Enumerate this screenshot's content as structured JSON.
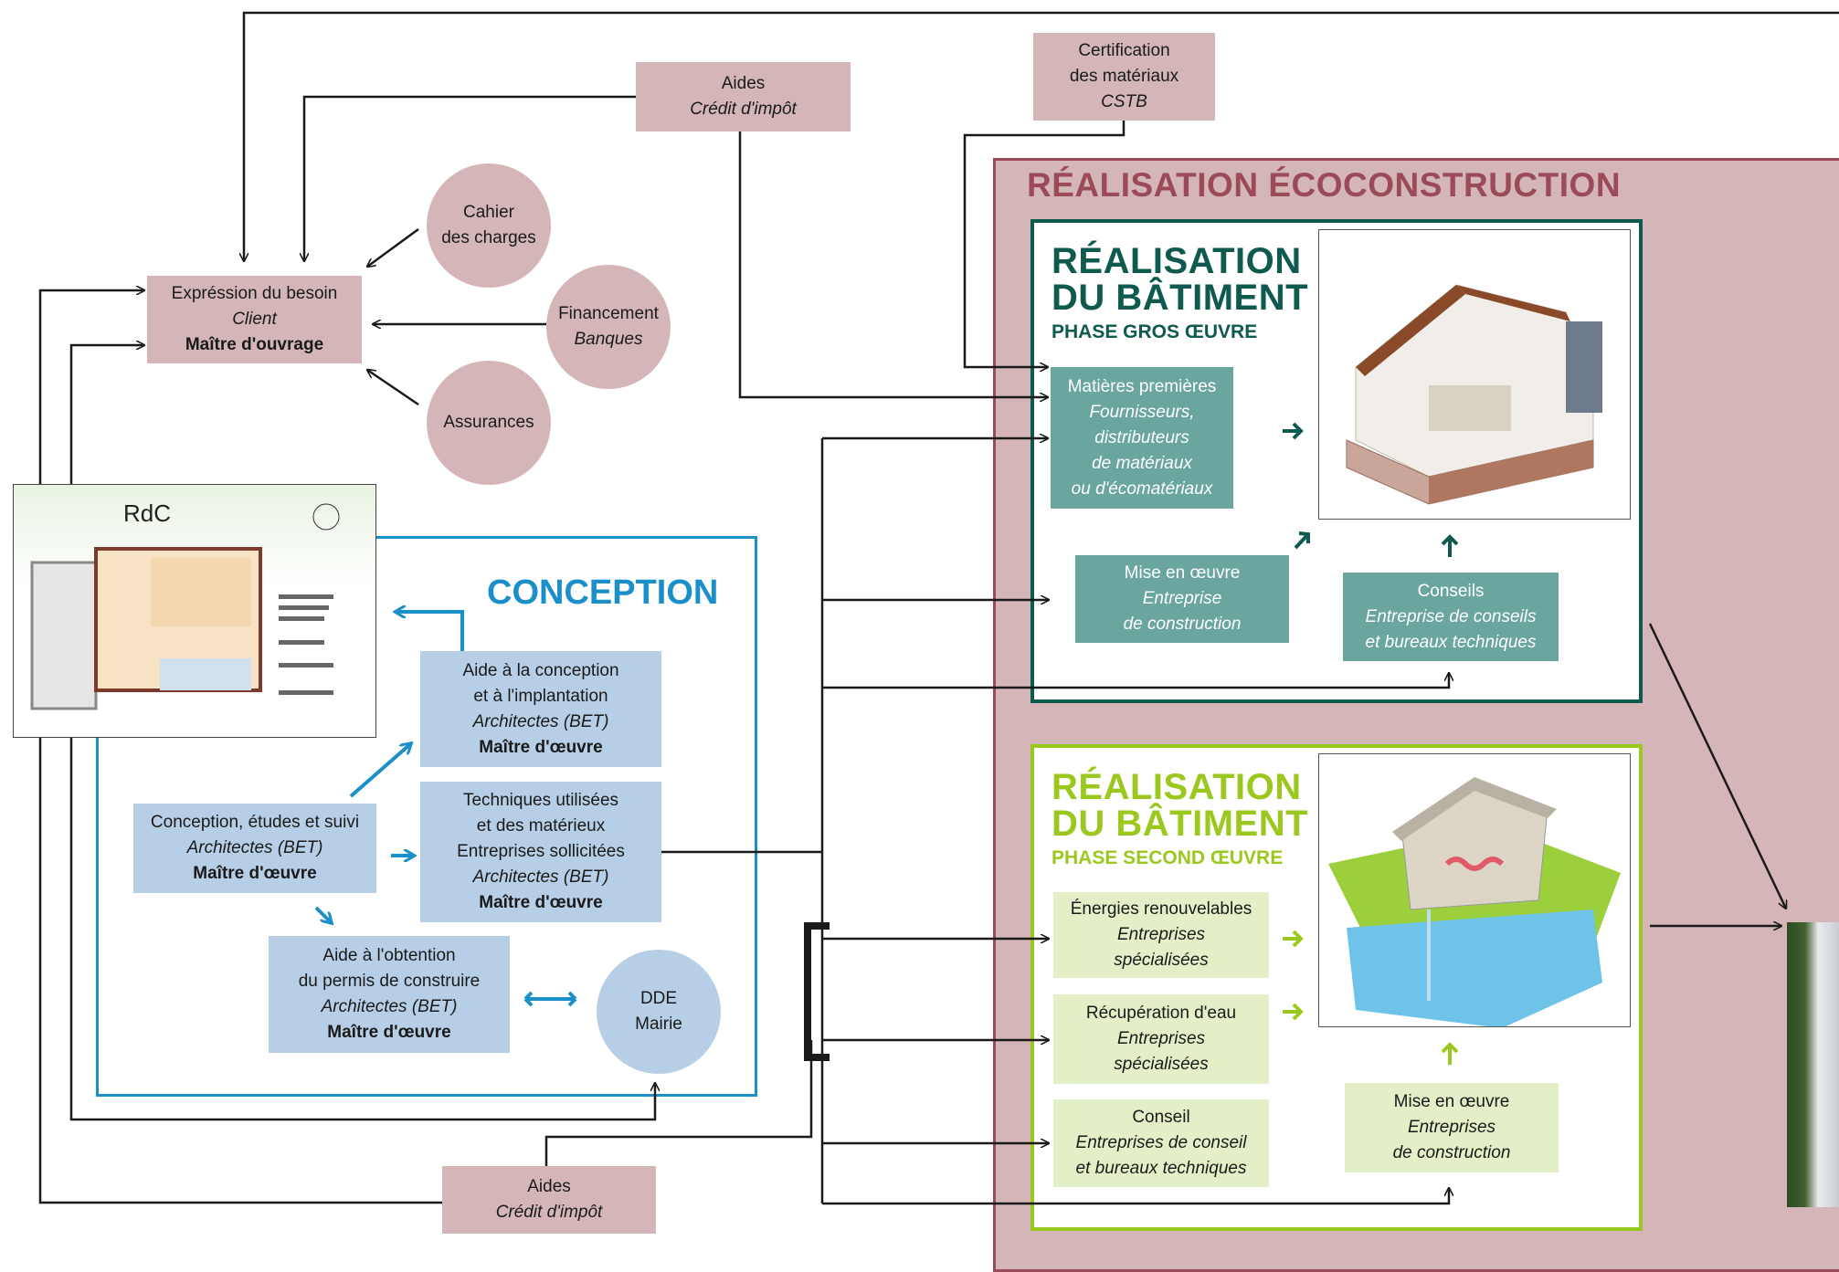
{
  "colors": {
    "pink": "#d5b6b8",
    "eco_bg": "#d5b6b8",
    "eco_border": "#9b4b58",
    "conception_border": "#1a8fc9",
    "gros_border": "#0e5a4e",
    "second_border": "#9bc81e",
    "teal": "#6aa69e",
    "lblue": "#b7cfe6",
    "lgreen": "#e3efc6"
  },
  "aides_top": {
    "line1": "Aides",
    "line2": "Crédit d'impôt"
  },
  "certification": {
    "line1": "Certification",
    "line2": "des matériaux",
    "line3": "CSTB"
  },
  "cahier": {
    "line1": "Cahier",
    "line2": "des charges"
  },
  "financement": {
    "line1": "Financement",
    "line2": "Banques"
  },
  "assurances": {
    "line1": "Assurances"
  },
  "expression": {
    "line1": "Expréssion du besoin",
    "line2": "Client",
    "line3": "Maître d'ouvrage"
  },
  "plan": {
    "title": "RdC",
    "icon": "floor-plan-image"
  },
  "conception": {
    "title": "CONCEPTION",
    "aide_conception": {
      "line1": "Aide à la conception",
      "line2": "et à l'implantation",
      "line3": "Architectes (BET)",
      "line4": "Maître d'œuvre"
    },
    "techniques": {
      "line1": "Techniques utilisées",
      "line2": "et des matérieux",
      "line3": "Entreprises sollicitées",
      "line4": "Architectes (BET)",
      "line5": "Maître d'œuvre"
    },
    "etudes": {
      "line1": "Conception, études et suivi",
      "line2": "Architectes (BET)",
      "line3": "Maître d'œuvre"
    },
    "permis": {
      "line1": "Aide à l'obtention",
      "line2": "du permis de construire",
      "line3": "Architectes (BET)",
      "line4": "Maître d'œuvre"
    },
    "dde": {
      "line1": "DDE",
      "line2": "Mairie"
    }
  },
  "aides_bottom": {
    "line1": "Aides",
    "line2": "Crédit d'impôt"
  },
  "eco": {
    "title": "RÉALISATION ÉCOCONSTRUCTION"
  },
  "gros": {
    "title1": "RÉALISATION",
    "title2": "DU BÂTIMENT",
    "subtitle": "PHASE GROS ŒUVRE",
    "matieres": {
      "line1": "Matières premières",
      "line2": "Fournisseurs,",
      "line3": "distributeurs",
      "line4": "de matériaux",
      "line5": "ou d'écomatériaux"
    },
    "mise": {
      "line1": "Mise en œuvre",
      "line2": "Entreprise",
      "line3": "de construction"
    },
    "conseils": {
      "line1": "Conseils",
      "line2": "Entreprise de conseils",
      "line3": "et bureaux techniques"
    },
    "image": "house-structure-cutaway-image"
  },
  "second": {
    "title1": "RÉALISATION",
    "title2": "DU BÂTIMENT",
    "subtitle": "PHASE SECOND ŒUVRE",
    "energies": {
      "line1": "Énergies renouvelables",
      "line2": "Entreprises",
      "line3": "spécialisées"
    },
    "recuperation": {
      "line1": "Récupération d'eau",
      "line2": "Entreprises",
      "line3": "spécialisées"
    },
    "conseil": {
      "line1": "Conseil",
      "line2": "Entreprises de conseil",
      "line3": "et bureaux techniques"
    },
    "mise": {
      "line1": "Mise en œuvre",
      "line2": "Entreprises",
      "line3": "de construction"
    },
    "image": "geothermal-house-image"
  },
  "final_image": "finished-house-photo"
}
